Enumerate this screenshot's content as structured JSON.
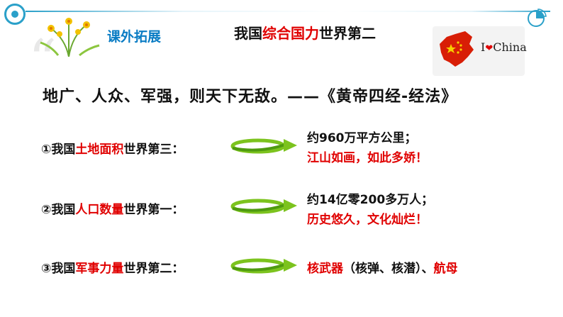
{
  "header": {
    "section_tag": "课外拓展",
    "title_prefix": "我国",
    "title_highlight": "综合国力",
    "title_suffix": "世界第二",
    "badge_i": "I",
    "badge_heart": "❤",
    "badge_word": "China"
  },
  "quote": "地广、人众、军强，则天下无敌。——《黄帝四经-经法》",
  "rows": [
    {
      "label_prefix": "①我国",
      "label_highlight": "土地面积",
      "label_suffix": "世界第三：",
      "fact_line1": "约960万平方公里；",
      "fact_line2": "江山如画，如此多娇！"
    },
    {
      "label_prefix": "②我国",
      "label_highlight": "人口数量",
      "label_suffix": "世界第一：",
      "fact_line1": "约14亿零200多万人；",
      "fact_line2": "历史悠久，文化灿烂！"
    },
    {
      "label_prefix": "③我国",
      "label_highlight": "军事力量",
      "label_suffix": "世界第二：",
      "fact_red_1": "核武器",
      "fact_black": "（核弹、核潜）、",
      "fact_red_2": "航母"
    }
  ],
  "colors": {
    "accent_red": "#e00000",
    "accent_blue": "#0a7cc4",
    "arrow_green": "#7cc31e"
  }
}
